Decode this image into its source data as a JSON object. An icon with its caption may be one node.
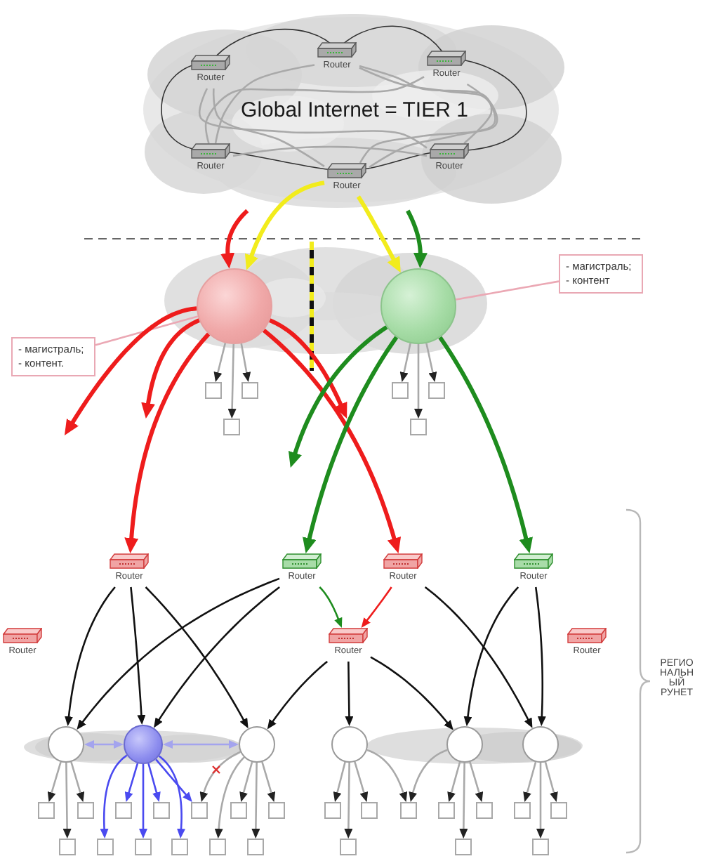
{
  "diagram": {
    "nodes": [
      {
        "text": [
          "Global Internet = TIER 1"
        ]
      },
      {
        "text": [
          "Router"
        ],
        "in": 0
      },
      {
        "text": [
          "Router"
        ],
        "in": 0
      },
      {
        "text": [
          "Router"
        ],
        "in": 0
      },
      {
        "text": [
          "Router"
        ],
        "in": 0
      },
      {
        "text": [
          "Router"
        ],
        "in": 0
      },
      {
        "text": [
          "Router"
        ],
        "in": 0
      },
      {
        "text": [
          "- магистраль;",
          "- контент"
        ]
      },
      {
        "text": [],
        "shape": "circle"
      },
      {
        "text": [],
        "shape": "circle"
      },
      {
        "text": [
          "- магистраль;",
          "- контент."
        ]
      },
      {
        "text": [],
        "shape": "box"
      },
      {
        "text": [],
        "shape": "box"
      },
      {
        "text": [],
        "shape": "box"
      },
      {
        "text": [],
        "shape": "box"
      },
      {
        "text": [],
        "shape": "box"
      },
      {
        "text": [],
        "shape": "box"
      },
      {
        "text": [
          "Router"
        ]
      },
      {
        "text": [
          "Router"
        ]
      },
      {
        "text": [
          "Router"
        ]
      },
      {
        "text": [
          "Router"
        ]
      },
      {
        "text": [
          "Router"
        ]
      },
      {
        "text": [
          "Router"
        ]
      },
      {
        "text": [
          "Router"
        ]
      },
      {
        "text": [],
        "shape": "circle"
      },
      {
        "text": [],
        "shape": "circle"
      },
      {
        "text": [],
        "shape": "circle"
      },
      {
        "text": [],
        "shape": "circle"
      },
      {
        "text": [],
        "shape": "circle"
      },
      {
        "text": [],
        "shape": "circle"
      },
      {
        "text": [],
        "shape": "box"
      },
      {
        "text": [],
        "shape": "box"
      },
      {
        "text": [],
        "shape": "box"
      },
      {
        "text": [],
        "shape": "box"
      },
      {
        "text": [],
        "shape": "box"
      },
      {
        "text": [],
        "shape": "box"
      },
      {
        "text": [],
        "shape": "box"
      },
      {
        "text": [],
        "shape": "box"
      },
      {
        "text": [],
        "shape": "box"
      },
      {
        "text": [],
        "shape": "box"
      },
      {
        "text": [],
        "shape": "box"
      },
      {
        "text": [],
        "shape": "box"
      },
      {
        "text": [],
        "shape": "box"
      },
      {
        "text": [],
        "shape": "box"
      },
      {
        "text": [],
        "shape": "box"
      },
      {
        "text": [],
        "shape": "box"
      },
      {
        "text": [],
        "shape": "box"
      },
      {
        "text": [],
        "shape": "box"
      },
      {
        "text": [],
        "shape": "box"
      },
      {
        "text": [],
        "shape": "box"
      },
      {
        "text": [],
        "shape": "box"
      },
      {
        "text": [],
        "shape": "box"
      },
      {
        "text": [],
        "shape": "box"
      }
    ],
    "edges": [
      {
        "from": 2,
        "to": 6,
        "arrow": "none"
      },
      {
        "from": 2,
        "to": 5,
        "arrow": "none"
      },
      {
        "from": 1,
        "to": 4,
        "arrow": "none"
      },
      {
        "from": 1,
        "to": 6,
        "arrow": "none"
      },
      {
        "from": 1,
        "to": 5,
        "arrow": "none"
      },
      {
        "from": 3,
        "to": 4,
        "arrow": "none"
      },
      {
        "from": 3,
        "to": 6,
        "arrow": "none"
      },
      {
        "from": 4,
        "to": 5,
        "arrow": "none"
      },
      {
        "from": 0,
        "to": 8,
        "arrow": "to",
        "style": "thick",
        "color": "#ee1c1c"
      },
      {
        "from": 0,
        "to": 9,
        "arrow": "to",
        "style": "thick",
        "color": "#1e8c1e"
      },
      {
        "from": 6,
        "to": 8,
        "arrow": "to",
        "style": "thick",
        "color": "#f2ec1c"
      },
      {
        "from": 6,
        "to": 9,
        "arrow": "to",
        "style": "thick",
        "color": "#f2ec1c"
      },
      {
        "from": 7,
        "to": 9,
        "arrow": "none",
        "color": "#eba8b4"
      },
      {
        "from": 10,
        "to": 8,
        "arrow": "none",
        "color": "#eba8b4"
      },
      {
        "from": 8,
        "to": null,
        "arrow": "to",
        "style": "thick",
        "color": "#ee1c1c"
      },
      {
        "from": 8,
        "to": null,
        "arrow": "to",
        "style": "thick",
        "color": "#ee1c1c"
      },
      {
        "from": 8,
        "to": 17,
        "arrow": "to",
        "style": "thick",
        "color": "#ee1c1c"
      },
      {
        "from": 8,
        "to": null,
        "arrow": "to",
        "style": "thick",
        "color": "#ee1c1c"
      },
      {
        "from": 8,
        "to": 19,
        "arrow": "to",
        "style": "thick",
        "color": "#ee1c1c"
      },
      {
        "from": 9,
        "to": null,
        "arrow": "to",
        "style": "thick",
        "color": "#1e8c1e"
      },
      {
        "from": 9,
        "to": 18,
        "arrow": "to",
        "style": "thick",
        "color": "#1e8c1e"
      },
      {
        "from": 9,
        "to": 20,
        "arrow": "to",
        "style": "thick",
        "color": "#1e8c1e"
      },
      {
        "from": 8,
        "to": 11,
        "arrow": "to"
      },
      {
        "from": 8,
        "to": 12,
        "arrow": "to"
      },
      {
        "from": 8,
        "to": 13,
        "arrow": "to"
      },
      {
        "from": 9,
        "to": 14,
        "arrow": "to"
      },
      {
        "from": 9,
        "to": 15,
        "arrow": "to"
      },
      {
        "from": 9,
        "to": 16,
        "arrow": "to"
      },
      {
        "from": 18,
        "to": 22,
        "arrow": "to",
        "color": "#1e8c1e"
      },
      {
        "from": 19,
        "to": 22,
        "arrow": "to",
        "color": "#ee1c1c"
      },
      {
        "from": 17,
        "to": 24,
        "arrow": "to",
        "color": "#111111"
      },
      {
        "from": 17,
        "to": 25,
        "arrow": "to",
        "color": "#111111"
      },
      {
        "from": 17,
        "to": 26,
        "arrow": "to",
        "color": "#111111"
      },
      {
        "from": 18,
        "to": 24,
        "arrow": "to",
        "color": "#111111"
      },
      {
        "from": 18,
        "to": 25,
        "arrow": "to",
        "color": "#111111"
      },
      {
        "from": 22,
        "to": 26,
        "arrow": "to",
        "color": "#111111"
      },
      {
        "from": 22,
        "to": 27,
        "arrow": "to",
        "color": "#111111"
      },
      {
        "from": 22,
        "to": 28,
        "arrow": "to",
        "color": "#111111"
      },
      {
        "from": 19,
        "to": 29,
        "arrow": "to",
        "color": "#111111"
      },
      {
        "from": 20,
        "to": 28,
        "arrow": "to",
        "color": "#111111"
      },
      {
        "from": 20,
        "to": 29,
        "arrow": "to",
        "color": "#111111"
      },
      {
        "from": 25,
        "to": 24,
        "arrow": "both",
        "color": "#a4a4ee"
      },
      {
        "from": 25,
        "to": 26,
        "arrow": "both",
        "color": "#a4a4ee"
      },
      {
        "from": 24,
        "to": 30,
        "arrow": "to"
      },
      {
        "from": 24,
        "to": 31,
        "arrow": "to"
      },
      {
        "from": 24,
        "to": 44,
        "arrow": "to"
      },
      {
        "from": 25,
        "to": 32,
        "arrow": "to",
        "color": "#4a4af0"
      },
      {
        "from": 25,
        "to": 33,
        "arrow": "to",
        "color": "#4a4af0"
      },
      {
        "from": 25,
        "to": 34,
        "arrow": "to",
        "color": "#4a4af0"
      },
      {
        "from": 25,
        "to": 45,
        "arrow": "to",
        "color": "#4a4af0"
      },
      {
        "from": 25,
        "to": 46,
        "arrow": "to",
        "color": "#4a4af0"
      },
      {
        "from": 25,
        "to": 47,
        "arrow": "to",
        "color": "#4a4af0"
      },
      {
        "from": 26,
        "to": 34,
        "arrow": "to"
      },
      {
        "from": 26,
        "to": 35,
        "arrow": "to"
      },
      {
        "from": 26,
        "to": 36,
        "arrow": "to"
      },
      {
        "from": 26,
        "to": 48,
        "arrow": "to"
      },
      {
        "from": 26,
        "to": 49,
        "arrow": "to"
      },
      {
        "from": 27,
        "to": 37,
        "arrow": "to"
      },
      {
        "from": 27,
        "to": 38,
        "arrow": "to"
      },
      {
        "from": 27,
        "to": 39,
        "arrow": "to"
      },
      {
        "from": 27,
        "to": 50,
        "arrow": "to"
      },
      {
        "from": 28,
        "to": 39,
        "arrow": "to"
      },
      {
        "from": 28,
        "to": 40,
        "arrow": "to"
      },
      {
        "from": 28,
        "to": 41,
        "arrow": "to"
      },
      {
        "from": 28,
        "to": 51,
        "arrow": "to"
      },
      {
        "from": 29,
        "to": 42,
        "arrow": "to"
      },
      {
        "from": 29,
        "to": 43,
        "arrow": "to"
      },
      {
        "from": 29,
        "to": 52,
        "arrow": "to"
      }
    ],
    "labels": [
      "РЕГИО НАЛЬН ЫЙ РУНЕТ"
    ]
  }
}
